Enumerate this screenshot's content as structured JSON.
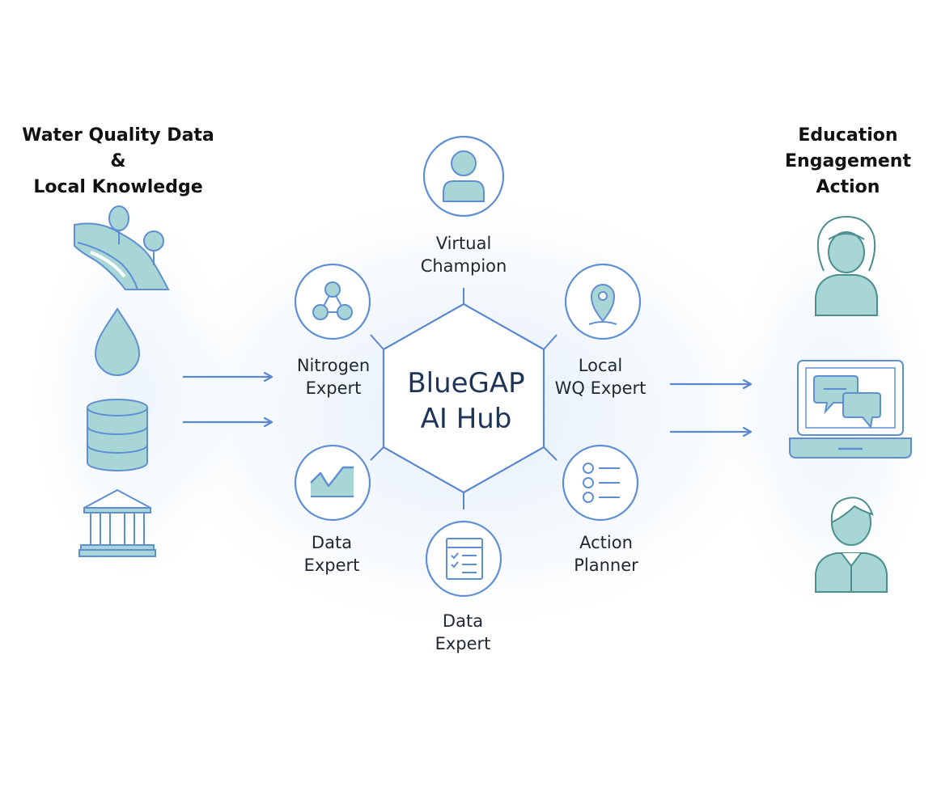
{
  "left_title": {
    "line1": "Water Quality Data",
    "line2": "&",
    "line3": "Local Knowledge"
  },
  "right_title": {
    "line1": "Education",
    "line2": "Engagement",
    "line3": "Action"
  },
  "hub": {
    "line1": "BlueGAP",
    "line2": "AI Hub"
  },
  "nodes": {
    "virtual_champion": {
      "line1": "Virtual",
      "line2": "Champion",
      "icon": "person-icon"
    },
    "nitrogen_expert": {
      "line1": "Nitrogen",
      "line2": "Expert",
      "icon": "molecule-icon"
    },
    "local_wq_expert": {
      "line1": "Local",
      "line2": "WQ Expert",
      "icon": "map-pin-icon"
    },
    "data_expert_left": {
      "line1": "Data",
      "line2": "Expert",
      "icon": "chart-icon"
    },
    "action_planner": {
      "line1": "Action",
      "line2": "Planner",
      "icon": "checklist-icon"
    },
    "data_expert_bottom": {
      "line1": "Data",
      "line2": "Expert",
      "icon": "clipboard-icon"
    }
  },
  "inputs": [
    "landscape-icon",
    "water-drop-icon",
    "database-icon",
    "institution-icon"
  ],
  "outputs": [
    "woman-icon",
    "laptop-chat-icon",
    "man-icon"
  ],
  "colors": {
    "line": "#5b87d0",
    "icon_fill": "#a8d6d6",
    "icon_stroke_blue": "#5f8fd2",
    "icon_stroke_teal": "#4d8f8f",
    "title_text": "#111111",
    "hub_text": "#1f3557"
  }
}
